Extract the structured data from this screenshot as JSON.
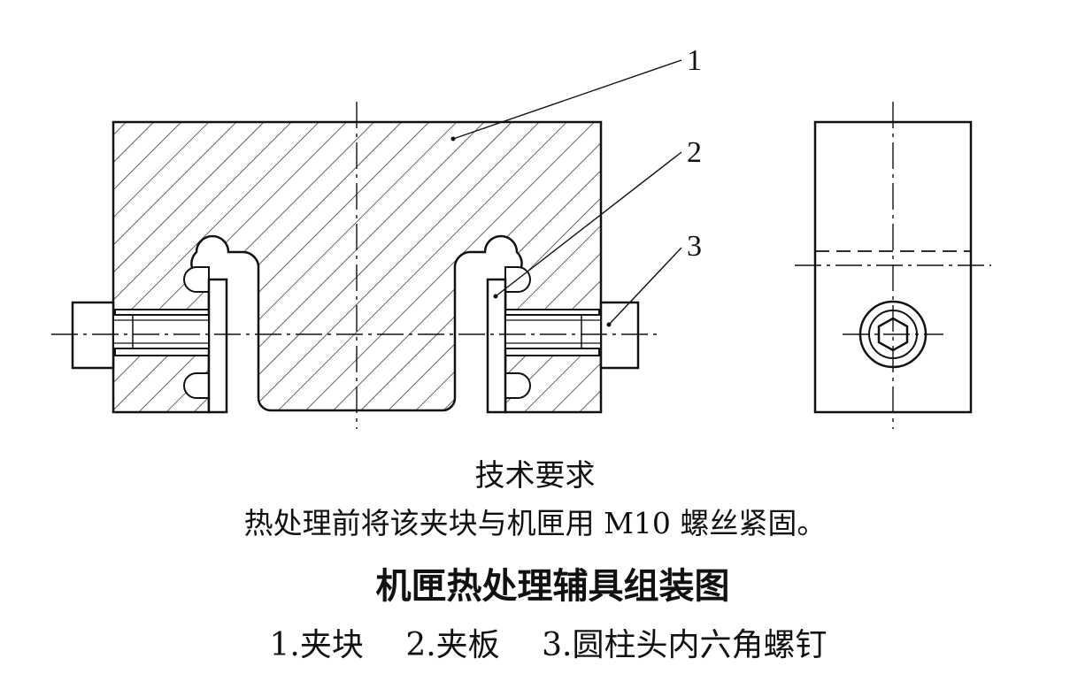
{
  "callouts": [
    "1",
    "2",
    "3"
  ],
  "technical_requirements": {
    "title": "技术要求",
    "text": "热处理前将该夹块与机匣用 M10 螺丝紧固。"
  },
  "drawing_title": "机匣热处理辅具组装图",
  "parts": [
    "1.夹块",
    "2.夹板",
    "3.圆柱头内六角螺钉"
  ]
}
